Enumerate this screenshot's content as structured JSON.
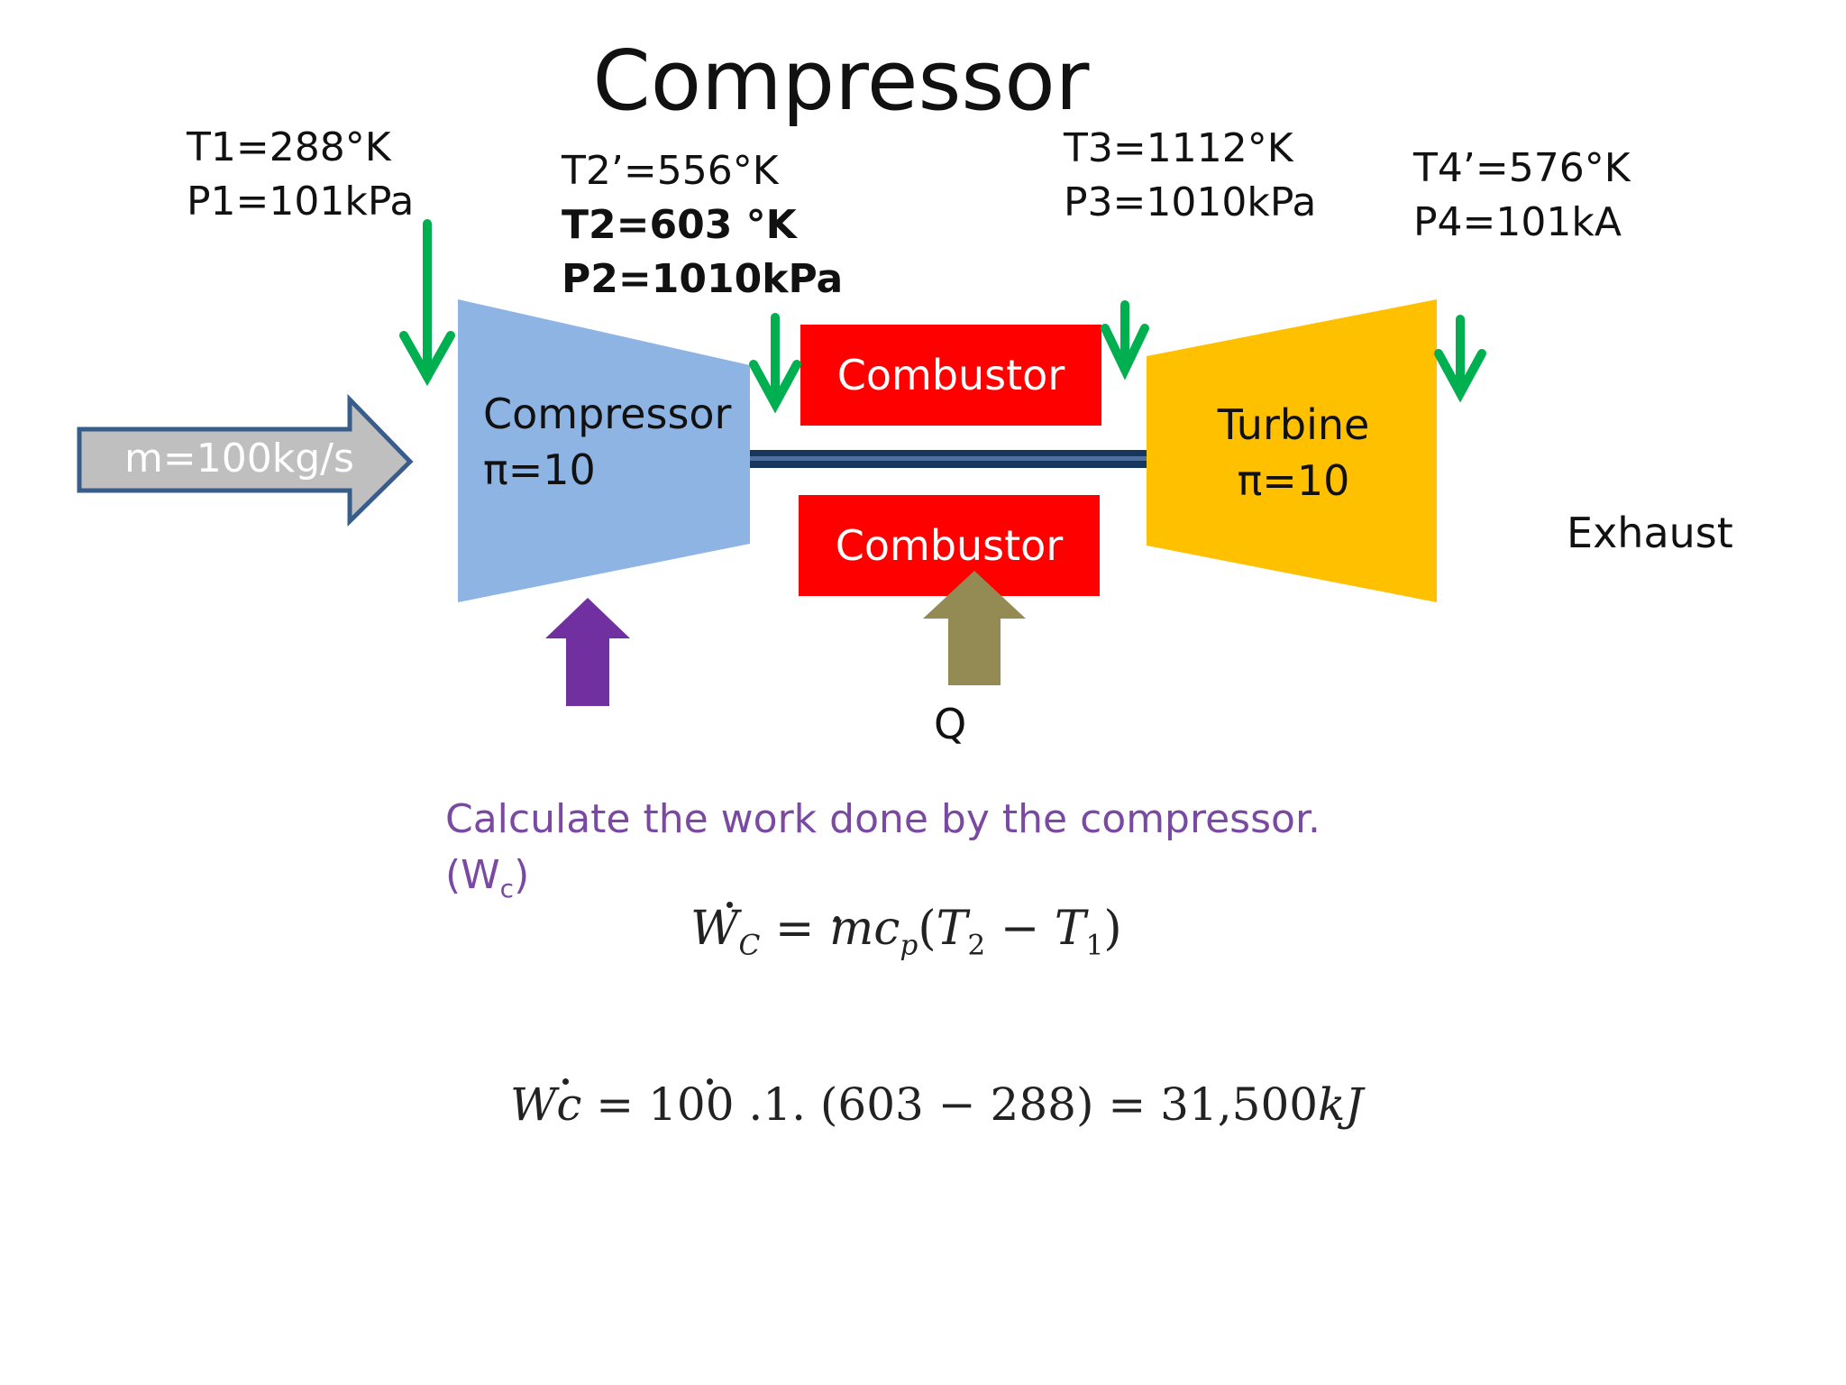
{
  "title": "Compressor",
  "states": {
    "state1": {
      "T": "T1=288°K",
      "P": "P1=101kPa"
    },
    "state2": {
      "T_ideal": "T2’=556°K",
      "T": "T2=603 °K",
      "P": "P2=1010kPa"
    },
    "state3": {
      "T": "T3=1112°K",
      "P": "P3=1010kPa"
    },
    "state4": {
      "T_ideal": "T4’=576°K",
      "P": "P4=101kA"
    }
  },
  "components": {
    "inlet_flow": "m=100kg/s",
    "compressor": {
      "name": "Compressor",
      "ratio": "π=10"
    },
    "combustor_top": "Combustor",
    "combustor_bottom": "Combustor",
    "turbine": {
      "name": "Turbine",
      "ratio": "π=10"
    },
    "exhaust": "Exhaust",
    "heat": "Q"
  },
  "question": {
    "text": "Calculate the work done by the compressor.",
    "symbol_open": "(W",
    "symbol_sub": "c",
    "symbol_close": ")"
  },
  "equations": {
    "formula": {
      "lhs": "W",
      "lhs_sub": "C",
      "eq": " = ",
      "m": "m",
      "c": "c",
      "c_sub": "p",
      "open": "(",
      "t2": "T",
      "t2_sub": "2",
      "minus": " − ",
      "t1": "T",
      "t1_sub": "1",
      "close": ")"
    },
    "result": {
      "lhs": "Wc",
      "rhs": " = 100 .1. (603 − 288) = 31,500",
      "unit": "kJ"
    }
  },
  "colors": {
    "compressor": "#8eb4e3",
    "combustor": "#ff0000",
    "turbine": "#ffc000",
    "shaft": "#17365d",
    "state_arrow": "#00b050",
    "work_arrow": "#7030a0",
    "heat_arrow": "#948a54",
    "inlet_arrow_fill": "#bfbfbf",
    "inlet_arrow_stroke": "#385d8a",
    "question_text": "#7a4aa3"
  }
}
